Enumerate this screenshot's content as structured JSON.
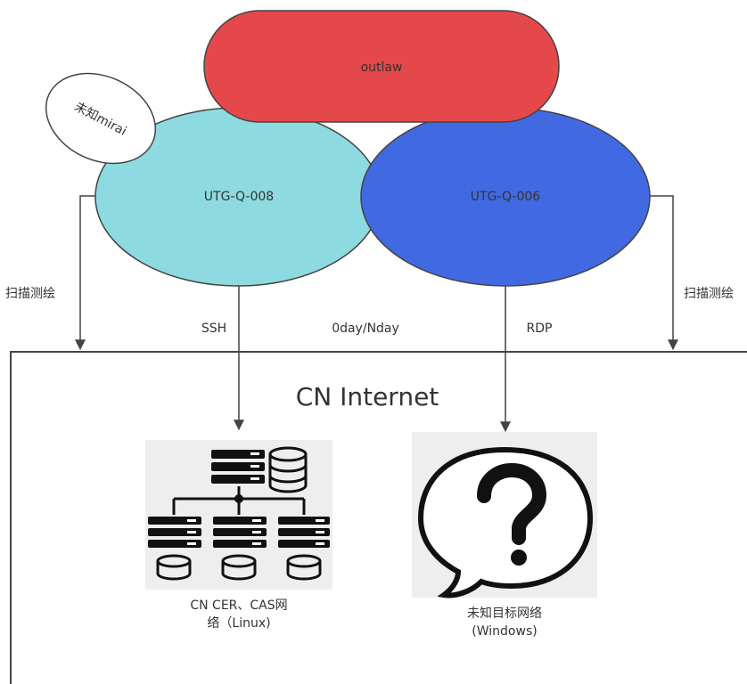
{
  "diagram": {
    "nodes": {
      "outlaw": {
        "label": "outlaw",
        "fill": "#e5484a"
      },
      "mirai": {
        "label": "未知mirai",
        "fill": "#ffffff"
      },
      "utg008": {
        "label": "UTG-Q-008",
        "fill": "#8ddbe0"
      },
      "utg006": {
        "label": "UTG-Q-006",
        "fill": "#4169e1"
      }
    },
    "edges": {
      "scan_left": "扫描测绘",
      "scan_right": "扫描测绘",
      "ssh": "SSH",
      "zeroday": "0day/Nday",
      "rdp": "RDP"
    },
    "region": {
      "label": "CN Internet"
    },
    "targets": {
      "linux": {
        "line1": "CN CER、CAS网",
        "line2": "络（Linux)"
      },
      "windows": {
        "line1": "未知目标网络",
        "line2": "(Windows)"
      }
    }
  }
}
